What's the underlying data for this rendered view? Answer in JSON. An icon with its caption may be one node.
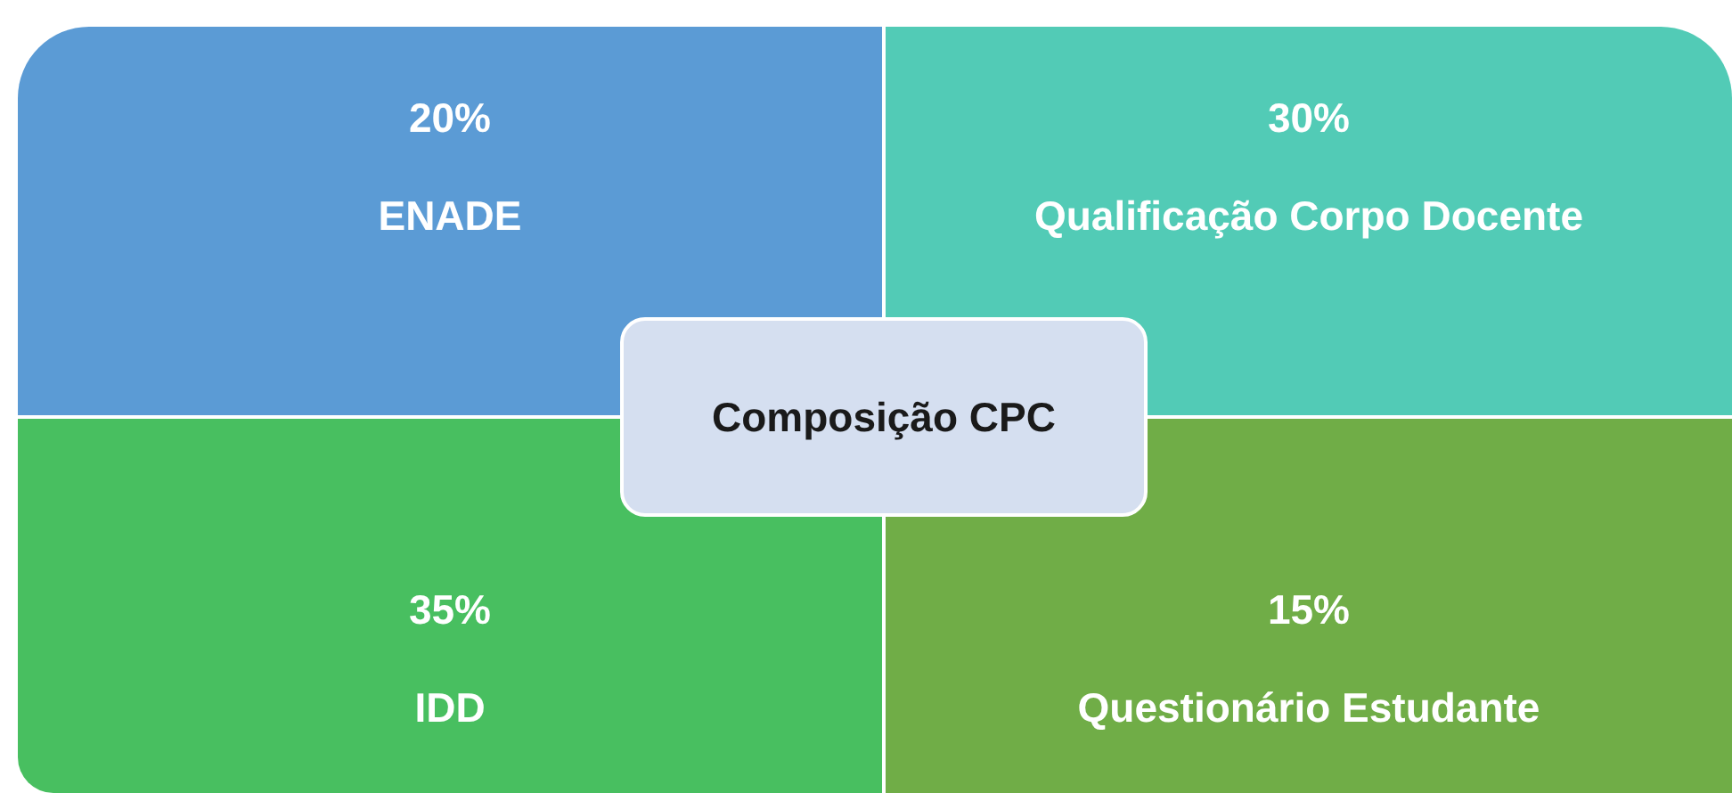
{
  "diagram": {
    "nodes": [
      {
        "text": [
          "20%",
          "ENADE"
        ]
      },
      {
        "text": [
          "30%",
          "Qualificação Corpo Docente"
        ]
      },
      {
        "text": [
          "Composição CPC"
        ]
      },
      {
        "text": [
          "35%",
          "IDD"
        ]
      },
      {
        "text": [
          "15%",
          "Questionário Estudante"
        ]
      }
    ]
  }
}
